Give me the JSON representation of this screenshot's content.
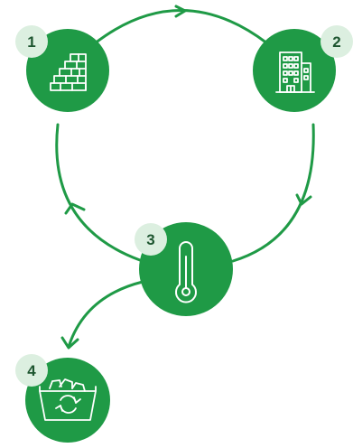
{
  "colors": {
    "primary_green": "#1f9a46",
    "badge_bg": "#dcefe0",
    "badge_text": "#1e5630",
    "icon_stroke": "#ffffff",
    "background": "#ffffff"
  },
  "steps": [
    {
      "number": "1",
      "icon": "brick-wall-icon"
    },
    {
      "number": "2",
      "icon": "office-building-icon"
    },
    {
      "number": "3",
      "icon": "thermometer-icon"
    },
    {
      "number": "4",
      "icon": "recycling-bin-icon"
    }
  ],
  "flow": [
    {
      "from": "1",
      "to": "2",
      "connector": "arc-with-arrow"
    },
    {
      "from": "2",
      "to": "3",
      "connector": "arc-with-arrow"
    },
    {
      "from": "3",
      "to": "1",
      "connector": "arc-with-arrow"
    },
    {
      "from": "3",
      "to": "4",
      "connector": "curve-with-arrow"
    }
  ]
}
